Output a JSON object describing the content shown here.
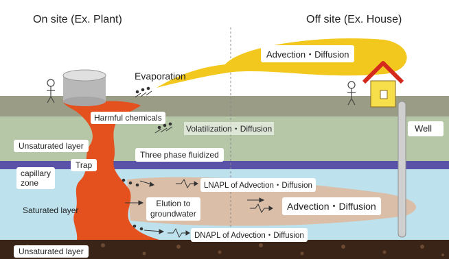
{
  "headings": {
    "on_site": "On site (Ex. Plant)",
    "off_site": "Off site (Ex. House)"
  },
  "labels": {
    "advection_top": "Advection・Diffusion",
    "evaporation": "Evaporation",
    "harmful_chemicals": "Harmful chemicals",
    "volatilization": "Volatilization・Diffusion",
    "unsaturated_top": "Unsaturated layer",
    "three_phase": "Three phase fluidized",
    "well": "Well",
    "capillary_zone": "capillary\nzone",
    "trap": "Trap",
    "lnapl": "LNAPL of Advection・Diffusion",
    "saturated": "Saturated layer",
    "elution": "Elution to\ngroundwater",
    "advection_mid": "Advection・Diffusion",
    "dnapl": "DNAPL of Advection・Diffusion",
    "unsaturated_bottom": "Unsaturated layer"
  },
  "colors": {
    "sky": "#ffffff",
    "ground": "#9a9c86",
    "soil": "#b6c7a8",
    "capillary": "#5a52a8",
    "groundwater": "#bde2ee",
    "contaminant": "#e4501e",
    "plume": "#f2a070",
    "vapor": "#f2c81e",
    "bedrock": "#3a2418",
    "house_wall": "#f6df4a",
    "house_roof": "#d42a1e"
  }
}
